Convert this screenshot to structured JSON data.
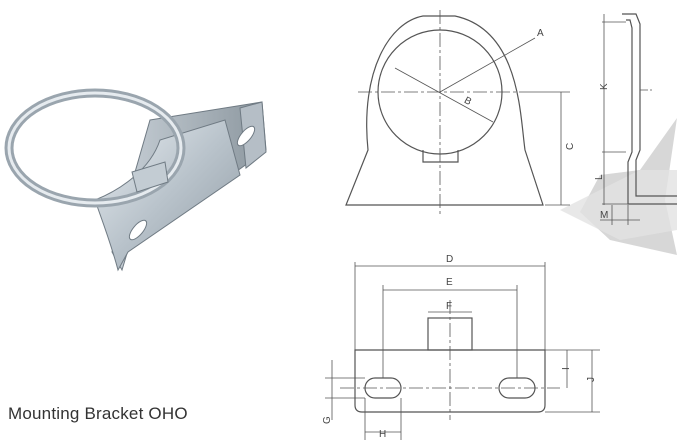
{
  "caption": "Mounting Bracket OHO",
  "labels": {
    "A": "A",
    "B": "B",
    "C": "C",
    "D": "D",
    "E": "E",
    "F": "F",
    "G": "G",
    "H": "H",
    "I": "I",
    "J": "J",
    "K": "K",
    "L": "L",
    "M": "M"
  },
  "colors": {
    "line": "#555555",
    "watermark": "#cccccc",
    "metal_light": "#d7dee4",
    "metal_mid": "#aab4bd",
    "metal_dark": "#7d8891"
  }
}
